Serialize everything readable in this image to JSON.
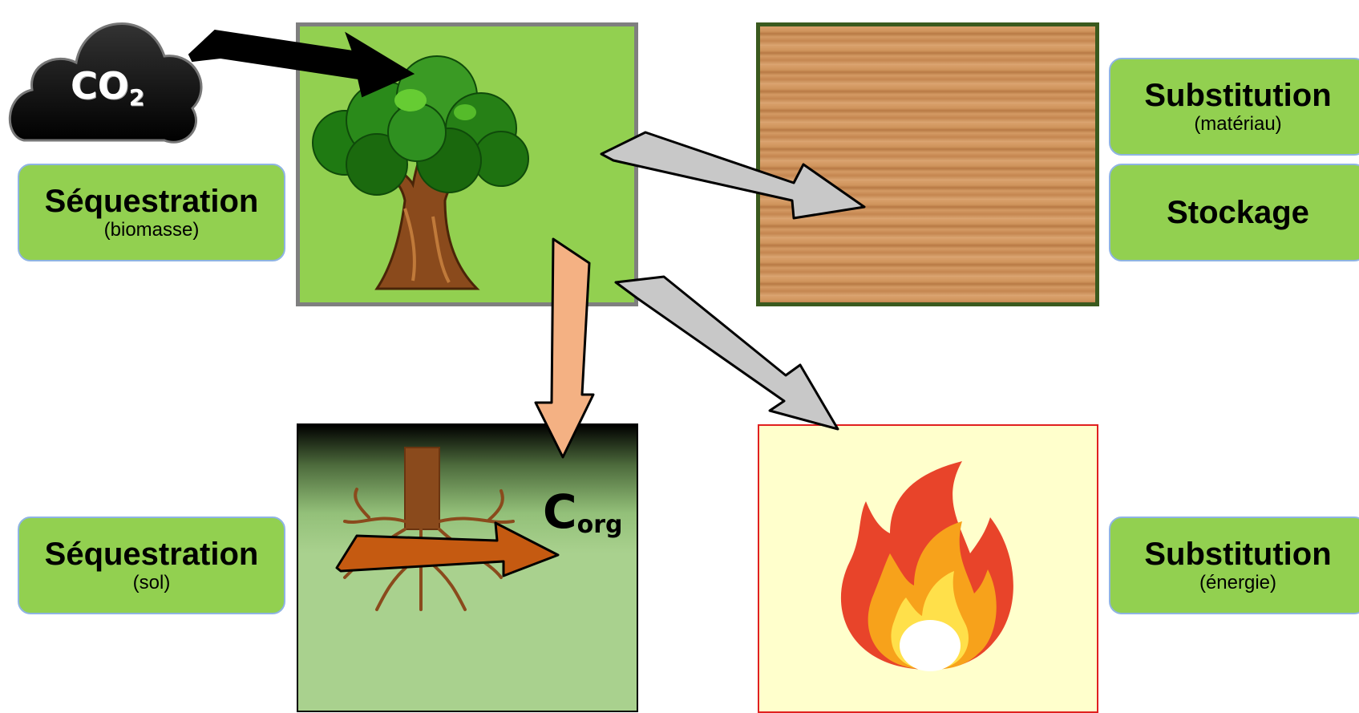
{
  "diagram": {
    "cloud": {
      "text_main": "CO",
      "text_sub": "2",
      "icon": "co2-cloud-icon"
    },
    "labels": {
      "sequestration_biomasse": {
        "title": "Séquestration",
        "sub": "(biomasse)"
      },
      "substitution_materiau": {
        "title": "Substitution",
        "sub": "(matériau)"
      },
      "stockage": {
        "title": "Stockage"
      },
      "sequestration_sol": {
        "title": "Séquestration",
        "sub": "(sol)"
      },
      "substitution_energie": {
        "title": "Substitution",
        "sub": "(énergie)"
      }
    },
    "corg": {
      "main": "C",
      "sub": "org"
    },
    "icons": [
      "tree-icon",
      "wood-grain-icon",
      "roots-icon",
      "flame-icon"
    ],
    "colors": {
      "label_fill": "#92d050",
      "label_border": "#8fb4e3",
      "tree_panel": "#92d050",
      "soil_panel": "#a9d18e",
      "fire_panel": "#ffffcc",
      "wood": "#cf945c",
      "arrow_grey": "#c8c8c8",
      "arrow_salmon": "#f4b183",
      "arrow_brown": "#c55a11"
    }
  }
}
